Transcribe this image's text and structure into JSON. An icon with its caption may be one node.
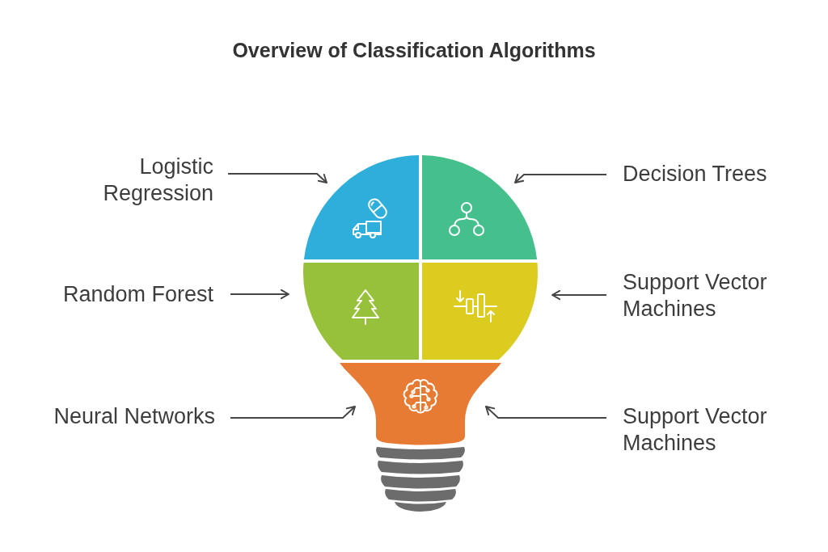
{
  "diagram": {
    "title": "Overview of Classification Algorithms",
    "nodes": [
      {
        "text": [
          "Logistic Regression"
        ]
      },
      {
        "text": [],
        "shape": "box"
      },
      {
        "text": [],
        "shape": "box"
      },
      {
        "text": [
          "Decision Trees"
        ]
      },
      {
        "text": [
          "Random Forest"
        ]
      },
      {
        "text": [],
        "shape": "box"
      },
      {
        "text": [],
        "shape": "box"
      },
      {
        "text": [
          "Support Vector Machines"
        ]
      },
      {
        "text": [
          "Neural Networks"
        ]
      },
      {
        "text": [],
        "shape": "box"
      },
      {
        "text": [
          "Support Vector Machines"
        ]
      }
    ],
    "edges": [
      {
        "from": 0,
        "to": 1,
        "arrow": "to"
      },
      {
        "from": 3,
        "to": 2,
        "arrow": "to"
      },
      {
        "from": 4,
        "to": 5,
        "arrow": "to"
      },
      {
        "from": 7,
        "to": 6,
        "arrow": "to"
      },
      {
        "from": 8,
        "to": 9,
        "arrow": "to"
      },
      {
        "from": 10,
        "to": 9,
        "arrow": "to"
      }
    ]
  }
}
